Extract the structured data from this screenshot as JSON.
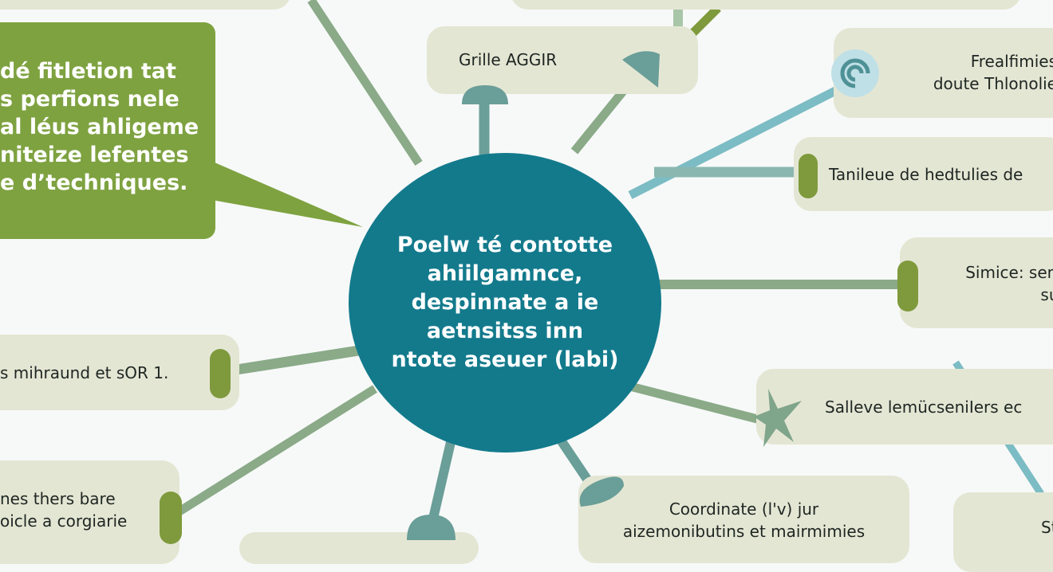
{
  "colors": {
    "background": "#f7f9f8",
    "center": "#137a8c",
    "callout": "#7ea240",
    "box": "#e4e6d4",
    "link_sage": "#8aaa88",
    "link_teal": "#6a9e98",
    "link_blue": "#7cbcc4",
    "handle_green": "#7e9a3c"
  },
  "center": {
    "lines": [
      "Poelw té contotte",
      "ahiilgamnce,",
      "despinnate a ie",
      "aetnsitss inn",
      "ntote aseuer (labi)"
    ]
  },
  "callout": {
    "lines": [
      "dé fitletion tat",
      "s perfions nele",
      "al léus ahligeme",
      "niteize lefentes",
      "e d’techniques."
    ]
  },
  "nodes": {
    "grille": {
      "label": "Grille AGGIR"
    },
    "right1": {
      "lines": [
        "Frealfimies",
        "doute Thlonolie"
      ],
      "icon": "swirl-icon"
    },
    "right2": {
      "label": "Tanileue de hedtulies de"
    },
    "right3": {
      "lines": [
        "Simice: senu",
        "suz"
      ]
    },
    "right4": {
      "label": "Salleve lemücseniIers ec",
      "icon": "star-icon"
    },
    "bottom_center": {
      "lines": [
        "Coordinate (l'v) jur",
        "aizemonibutins et mairmimies"
      ]
    },
    "bottom_right": {
      "label": "Stid"
    },
    "left1": {
      "label": "s mihraund et sOR 1."
    },
    "left2": {
      "lines": [
        "nes thers bare",
        "oicle a corgiarie"
      ]
    }
  }
}
